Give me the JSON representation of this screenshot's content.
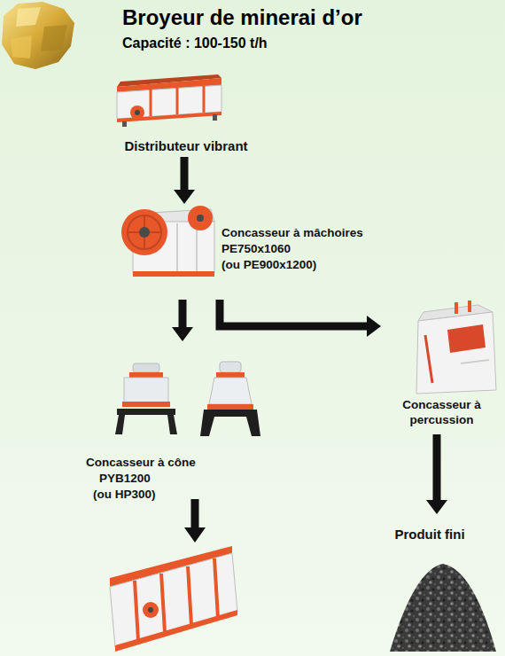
{
  "diagram": {
    "title": "Broyeur de minerai d’or",
    "nodes": [
      {
        "text": [
          "Distributeur vibrant"
        ]
      },
      {
        "text": [
          "Concasseur à mâchoires",
          "PE750x1060",
          "(ou PE900x1200)"
        ]
      },
      {
        "text": [
          "Concasseur à cône",
          "PYB1200",
          "(ou HP300)"
        ]
      },
      {
        "text": [
          "Concasseur à percussion"
        ]
      },
      {
        "text": [
          "Produit fini"
        ]
      }
    ],
    "edges": [
      {
        "from": 0,
        "to": 1,
        "arrow": "to"
      },
      {
        "from": 1,
        "to": 2,
        "arrow": "to"
      },
      {
        "from": 1,
        "to": 3,
        "arrow": "to"
      },
      {
        "from": 3,
        "to": 4,
        "arrow": "to"
      }
    ],
    "labels": [
      "Capacité : 100-150 t/h"
    ]
  }
}
